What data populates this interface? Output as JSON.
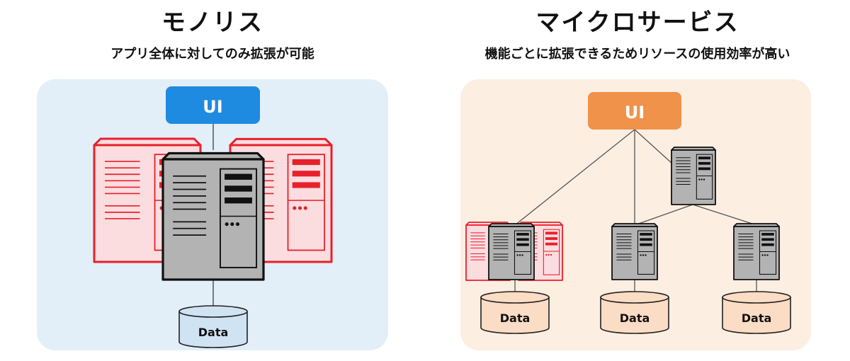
{
  "monolith": {
    "title": "モノリス",
    "subtitle": "アプリ全体に対してのみ拡張が可能",
    "ui_label": "UI",
    "data_label": "Data",
    "panel_color": "#e3eff8",
    "ui_color": "#1e8be0",
    "db_color": "#cfe3f2"
  },
  "microservices": {
    "title": "マイクロサービス",
    "subtitle": "機能ごとに拡張できるためリソースの使用効率が高い",
    "ui_label": "UI",
    "data_labels": [
      "Data",
      "Data",
      "Data"
    ],
    "panel_color": "#fdeee2",
    "ui_color": "#f0924a",
    "db_color": "#fbdcc4"
  },
  "colors": {
    "server_fill": "#b3b3b3",
    "server_stroke": "#111111",
    "replica_stroke": "#e8202a",
    "replica_fill": "#fbdde0"
  }
}
